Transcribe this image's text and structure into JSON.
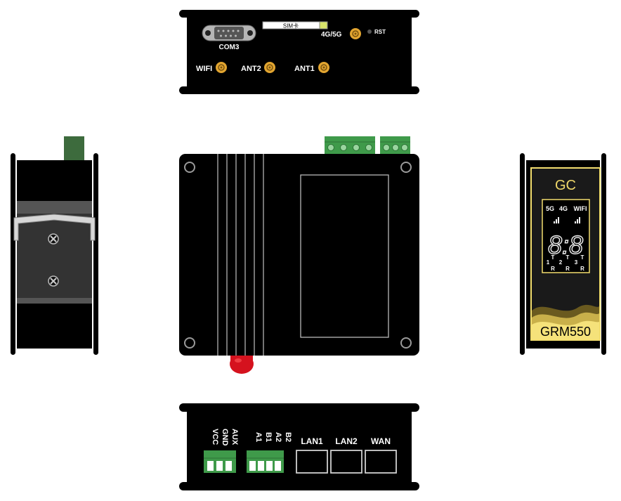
{
  "top_panel": {
    "sim_label": "SIM卡",
    "rst_label": "RST",
    "antenna_5g_label": "4G/5G",
    "com_label": "COM3",
    "wifi_label": "WIFI",
    "ant2_label": "ANT2",
    "ant1_label": "ANT1"
  },
  "front_panel": {
    "brand": "GC",
    "indicator_5g": "5G",
    "indicator_4g": "4G",
    "indicator_wifi": "WIFI",
    "display_digits": "8:8",
    "led_1": "1",
    "led_2": "2",
    "led_3": "3",
    "led_t": "T",
    "led_r": "R",
    "model": "GRM550"
  },
  "bottom_panel": {
    "power_terminals": [
      "AUX",
      "GND",
      "VCC"
    ],
    "serial_terminals": [
      "B2",
      "A2",
      "B1",
      "A1"
    ],
    "ports": [
      "LAN1",
      "LAN2",
      "WAN"
    ]
  },
  "colors": {
    "body": "#000000",
    "terminal_green": "#3f9a4a",
    "sma_gold": "#e2a530",
    "label_yellow": "#f5e27a",
    "din_rail_green": "#3d6b3d",
    "antenna_red": "#d5121e"
  }
}
